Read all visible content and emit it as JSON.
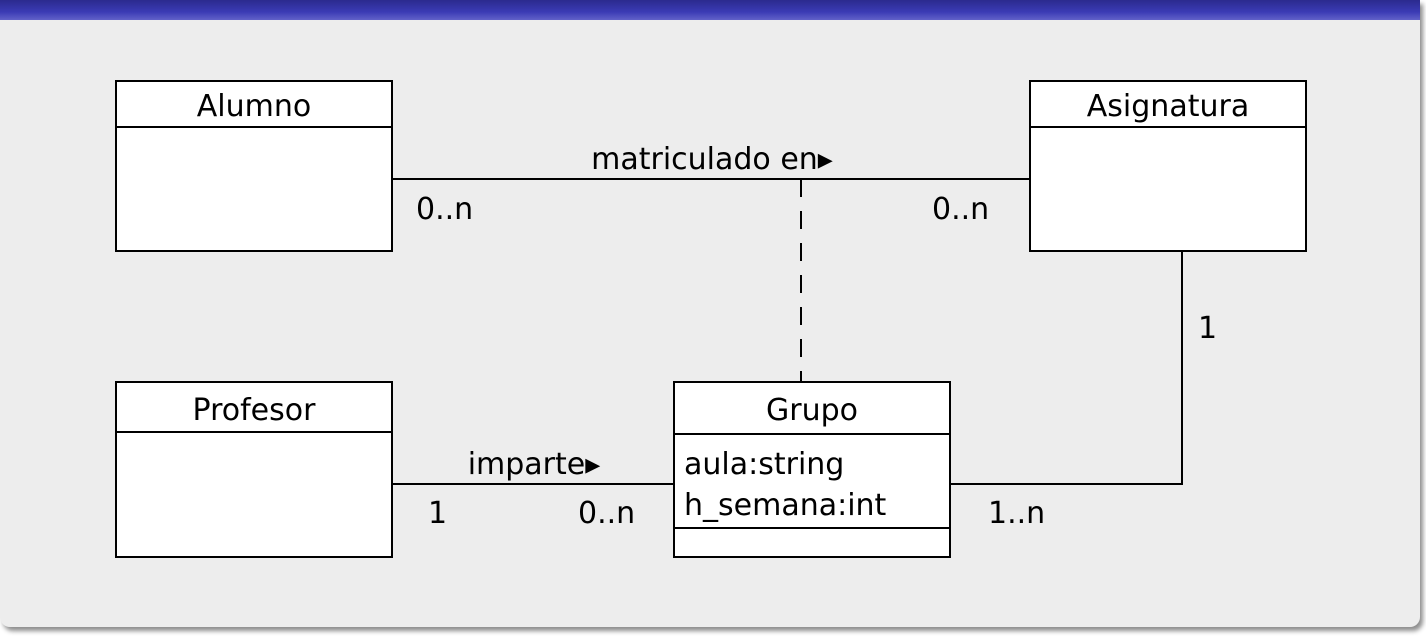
{
  "diagram": {
    "classes": {
      "alumno": {
        "name": "Alumno"
      },
      "asignatura": {
        "name": "Asignatura"
      },
      "profesor": {
        "name": "Profesor"
      },
      "grupo": {
        "name": "Grupo",
        "attributes": [
          "aula:string",
          "h_semana:int"
        ]
      }
    },
    "associations": {
      "matriculado": {
        "label": "matriculado en▸",
        "alumno_mult": "0..n",
        "asignatura_mult": "0..n"
      },
      "imparte": {
        "label": "imparte▸",
        "profesor_mult": "1",
        "grupo_mult": "0..n"
      },
      "grupo_asignatura": {
        "asignatura_mult": "1",
        "grupo_mult": "1..n"
      }
    }
  }
}
